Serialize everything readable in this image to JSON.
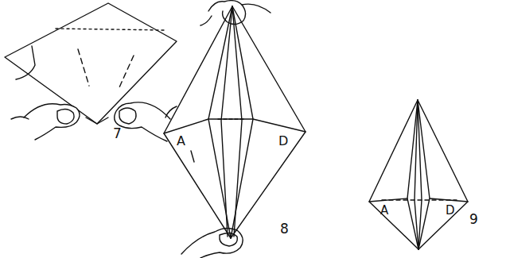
{
  "diagram": {
    "labels": [
      "7",
      "A",
      "D",
      "8",
      "A",
      "D",
      "9"
    ]
  }
}
